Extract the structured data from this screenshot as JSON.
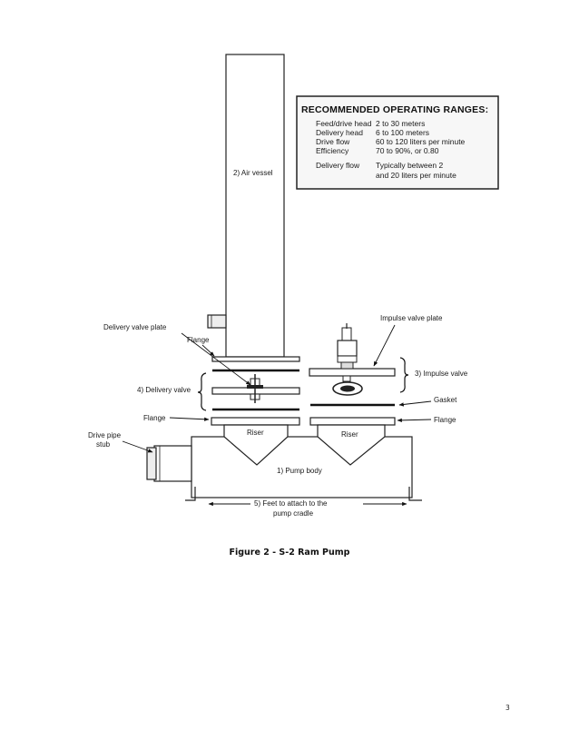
{
  "diagram": {
    "labels": {
      "air_vessel": "2) Air vessel",
      "delivery_valve_plate": "Delivery valve plate",
      "flange_top": "Flange",
      "delivery_valve": "4) Delivery valve",
      "flange_left": "Flange",
      "drive_pipe_stub_1": "Drive pipe",
      "drive_pipe_stub_2": "stub",
      "impulse_valve_plate": "Impulse valve plate",
      "impulse_valve": "3) Impulse valve",
      "gasket": "Gasket",
      "flange_right": "Flange",
      "riser_left": "Riser",
      "riser_right": "Riser",
      "pump_body": "1) Pump body",
      "feet_1": "5) Feet to attach to the",
      "feet_2": "pump cradle"
    },
    "operating_ranges": {
      "title": "RECOMMENDED OPERATING RANGES:",
      "rows": [
        {
          "name": "Feed/drive head",
          "value": "2 to 30 meters"
        },
        {
          "name": "Delivery head",
          "value": "6 to 100 meters"
        },
        {
          "name": "Drive flow",
          "value": "60 to 120 liters per minute"
        },
        {
          "name": "Efficiency",
          "value": "70 to 90%, or 0.80"
        },
        {
          "name": "Delivery flow",
          "value": "Typically between 2"
        },
        {
          "name": "",
          "value": "and 20 liters per minute"
        }
      ]
    }
  },
  "caption": "Figure 2 - S-2 Ram Pump",
  "page_number": "3"
}
